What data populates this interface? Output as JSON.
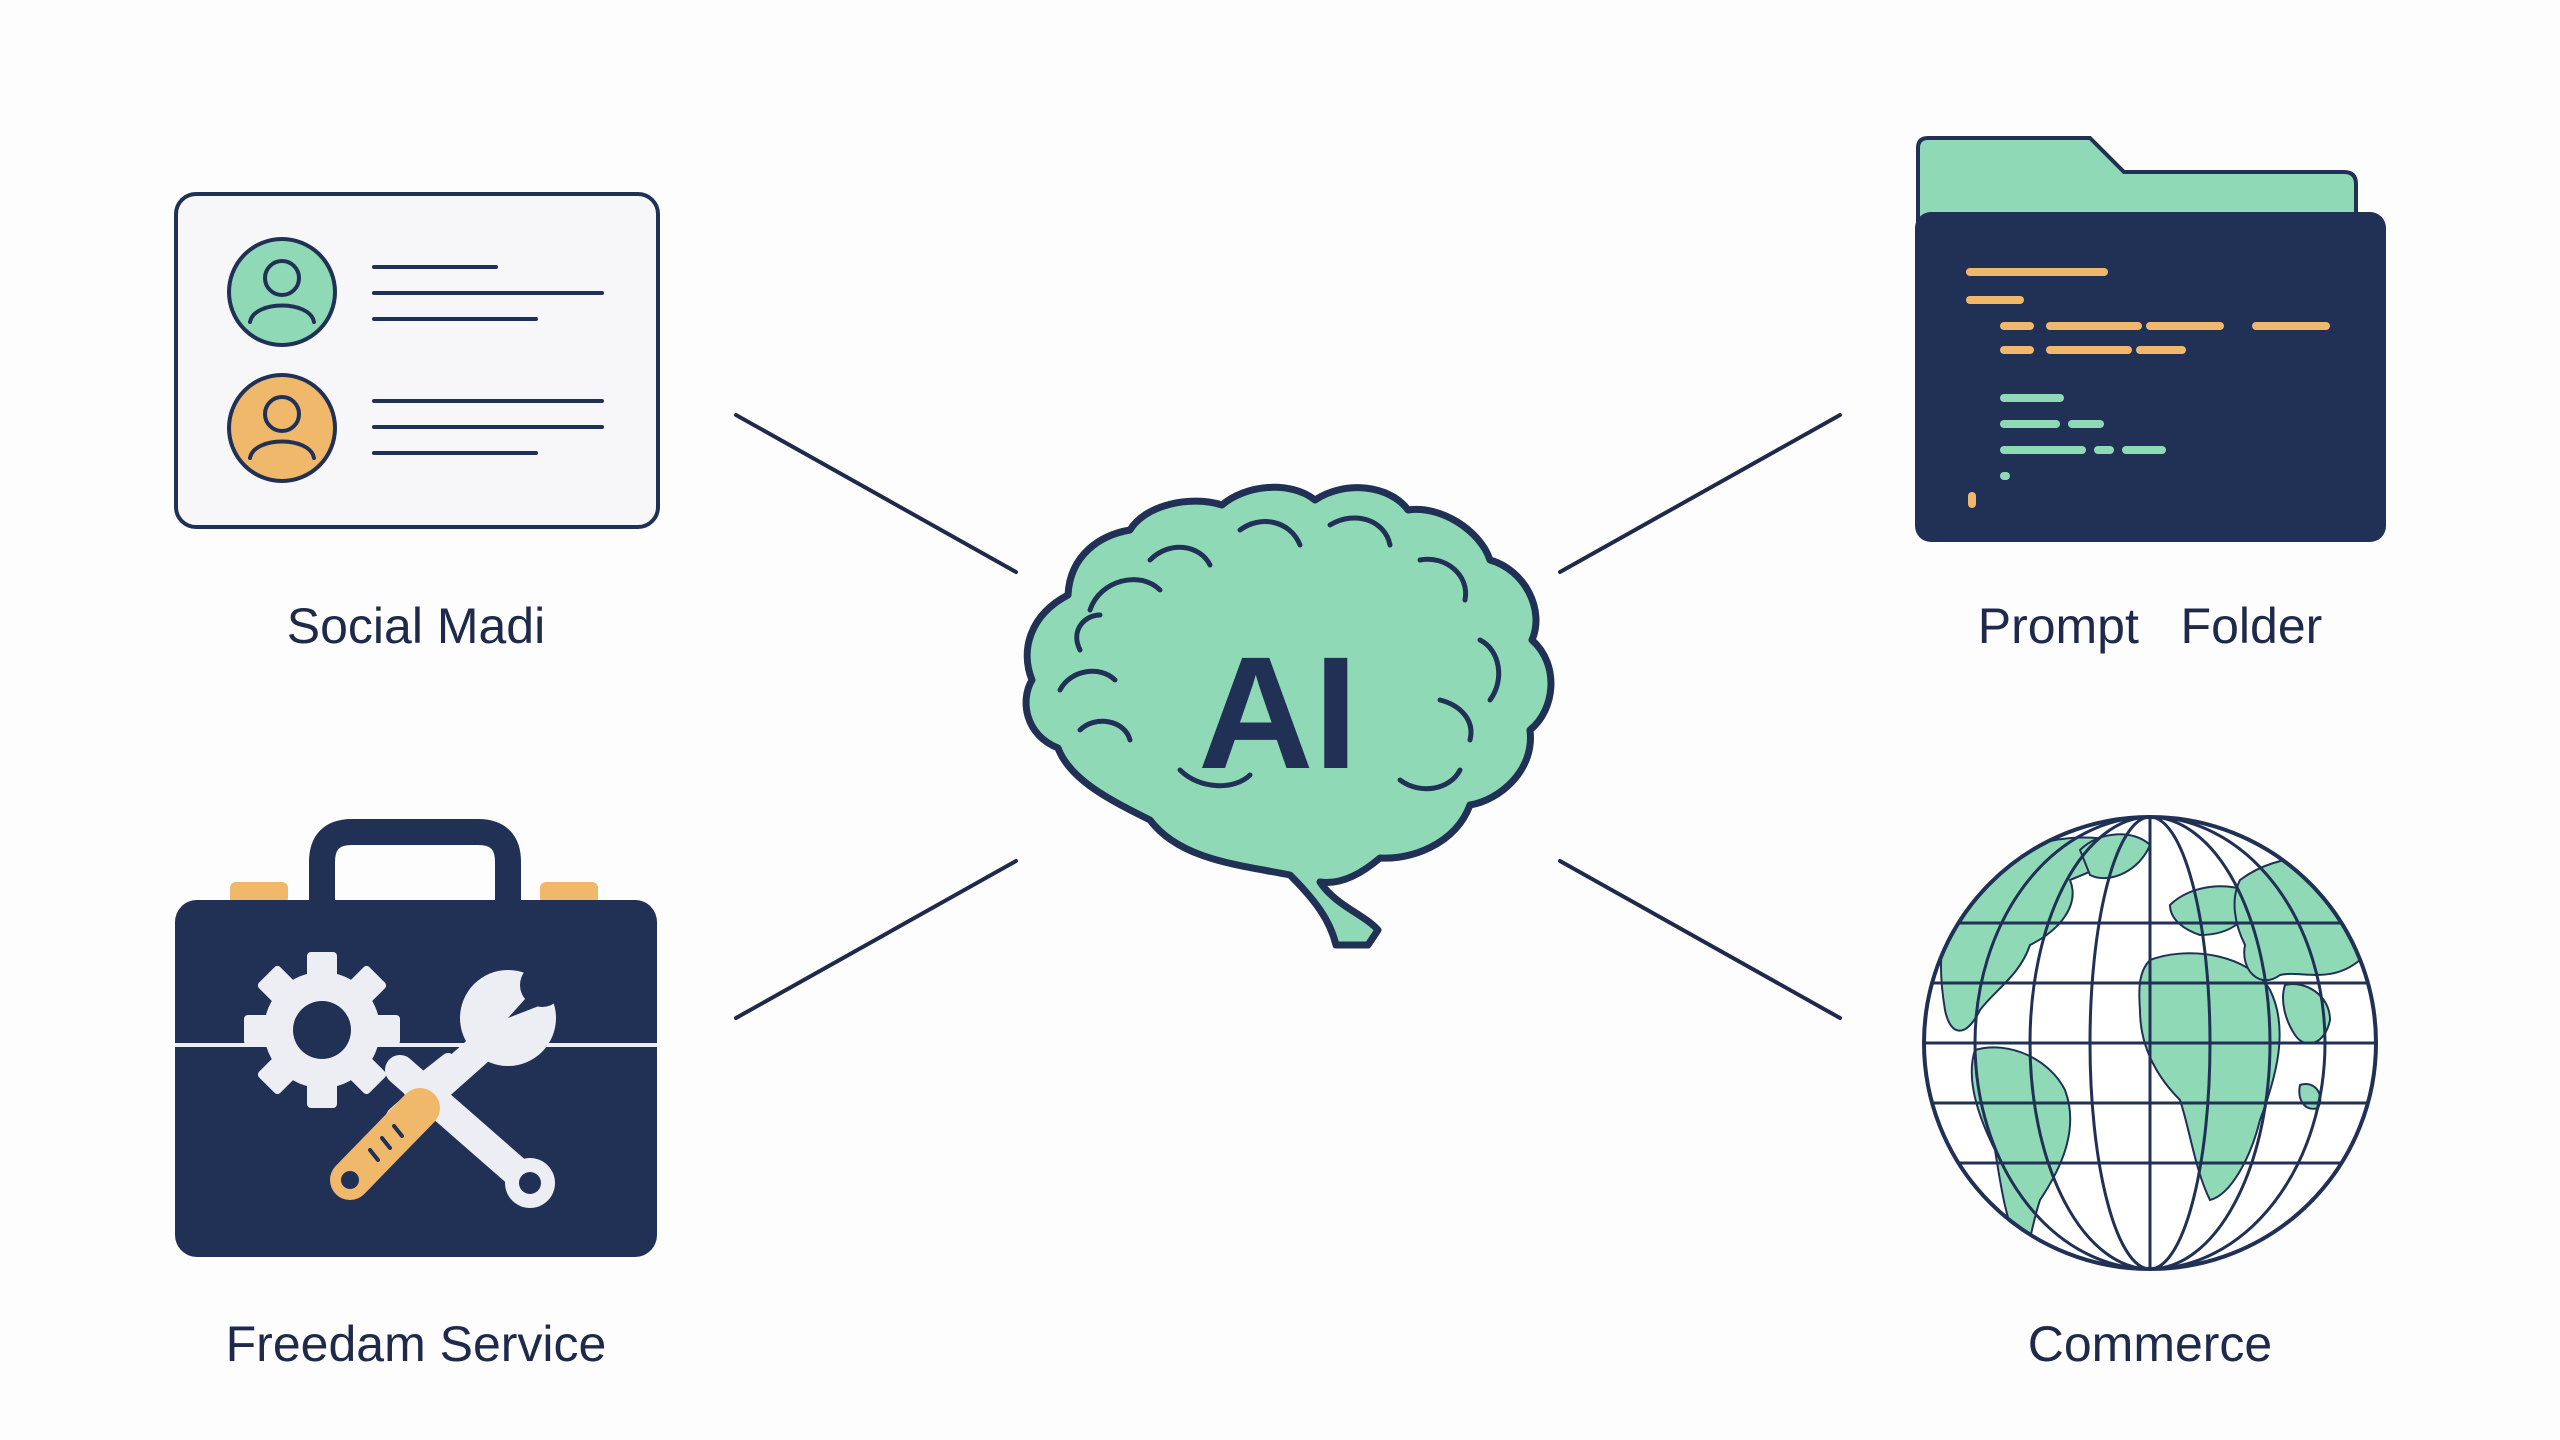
{
  "diagram": {
    "center": {
      "text": "AI",
      "icon": "brain-icon"
    },
    "nodes": [
      {
        "id": "social",
        "label": "Social Madi",
        "icon": "profile-card-icon"
      },
      {
        "id": "prompt",
        "label": "Prompt   Folder",
        "icon": "code-folder-icon"
      },
      {
        "id": "freedam",
        "label": "Freedam Service",
        "icon": "toolbox-icon"
      },
      {
        "id": "commerce",
        "label": "Commerce",
        "icon": "globe-icon"
      }
    ]
  },
  "colors": {
    "navy": "#213055",
    "mint": "#8fd9b6",
    "orange": "#f0b86b",
    "card_bg": "#f7f7f9",
    "line": "#1f2a4a"
  }
}
